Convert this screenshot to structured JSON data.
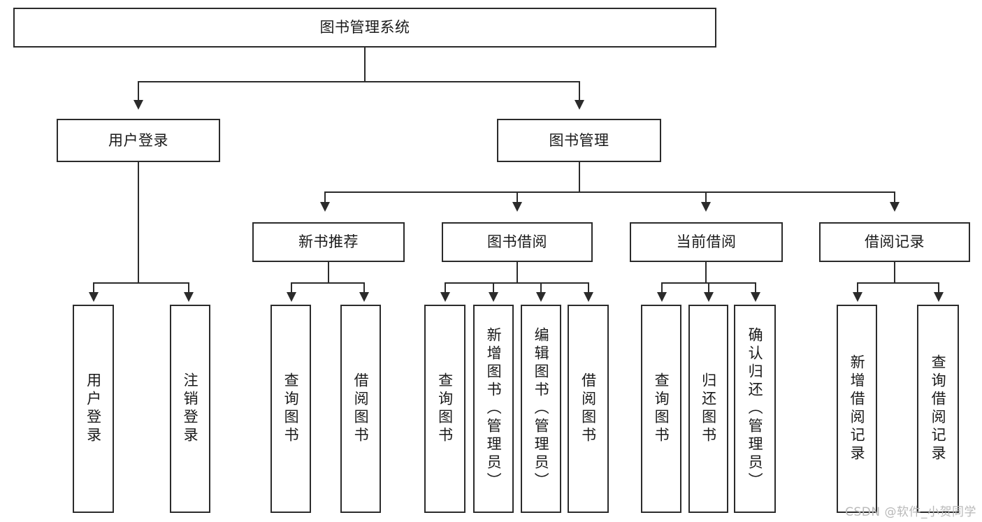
{
  "diagram": {
    "title": "图书管理系统",
    "type": "tree",
    "watermark": "CSDN @软件_小贺同学",
    "colors": {
      "stroke": "#2b2b2b",
      "fill": "#ffffff",
      "text": "#1a1a1a",
      "watermark": "#b9b9b9"
    },
    "root": {
      "label": "图书管理系统"
    },
    "level2": [
      {
        "id": "user-login",
        "label": "用户登录"
      },
      {
        "id": "book-manage",
        "label": "图书管理"
      }
    ],
    "level3": [
      {
        "id": "new-book-recommend",
        "label": "新书推荐",
        "parent": "book-manage"
      },
      {
        "id": "book-borrow",
        "label": "图书借阅",
        "parent": "book-manage"
      },
      {
        "id": "current-borrow",
        "label": "当前借阅",
        "parent": "book-manage"
      },
      {
        "id": "borrow-record",
        "label": "借阅记录",
        "parent": "book-manage"
      }
    ],
    "leaves": {
      "user_login": [
        {
          "id": "leaf-user-login",
          "label": "用户登录"
        },
        {
          "id": "leaf-user-logout",
          "label": "注销登录"
        }
      ],
      "new_book_recommend": [
        {
          "id": "leaf-query-book-1",
          "label": "查询图书"
        },
        {
          "id": "leaf-borrow-book-1",
          "label": "借阅图书"
        }
      ],
      "book_borrow": [
        {
          "id": "leaf-query-book-2",
          "label": "查询图书"
        },
        {
          "id": "leaf-add-book",
          "label": "新增图书（管理员）"
        },
        {
          "id": "leaf-edit-book",
          "label": "编辑图书（管理员）"
        },
        {
          "id": "leaf-borrow-book-2",
          "label": "借阅图书"
        }
      ],
      "current_borrow": [
        {
          "id": "leaf-query-book-3",
          "label": "查询图书"
        },
        {
          "id": "leaf-return-book",
          "label": "归还图书"
        },
        {
          "id": "leaf-confirm-return",
          "label": "确认归还（管理员）"
        }
      ],
      "borrow_record": [
        {
          "id": "leaf-add-record",
          "label": "新增借阅记录"
        },
        {
          "id": "leaf-query-record",
          "label": "查询借阅记录"
        }
      ]
    }
  }
}
